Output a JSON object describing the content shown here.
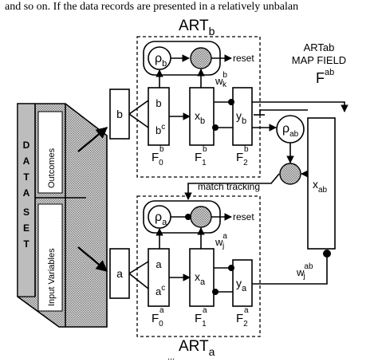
{
  "top_caption": "and so on. If the data records are presented in a relatively unbalan",
  "bottom_caption": "...",
  "art_b": {
    "label": "ART",
    "sub": "b"
  },
  "art_a": {
    "label": "ART",
    "sub": "a"
  },
  "map_field": {
    "line1": "ARTab",
    "line2": "MAP FIELD",
    "f": "F",
    "f_sup": "ab"
  },
  "data_set": {
    "letters": [
      "D",
      "A",
      "T",
      "A",
      "S",
      "E",
      "T"
    ],
    "outcomes": "Outcomes",
    "inputs": "Input Variables"
  },
  "inputs": {
    "b": "b",
    "a": "a"
  },
  "nodes": {
    "rho_b": "ρ",
    "rho_b_sub": "b",
    "rho_a": "ρ",
    "rho_a_sub": "a",
    "rho_ab": "ρ",
    "rho_ab_sub": "ab",
    "reset_top": "reset",
    "reset_bottom": "reset",
    "w_b": "w",
    "w_b_sup": "b",
    "w_b_sub": "k",
    "w_a": "w",
    "w_a_sup": "a",
    "w_a_sub": "j",
    "w_ab": "w",
    "w_ab_sup": "ab",
    "w_ab_sub": "j",
    "match_tracking": "match tracking",
    "x_ab": "x",
    "x_ab_sub": "ab"
  },
  "layers_b": {
    "f0_b": "b",
    "f0_bc": "b",
    "f0_bc_sup": "c",
    "xb": "x",
    "xb_sub": "b",
    "yb": "y",
    "yb_sub": "b",
    "F0": "F",
    "F0_sub": "0",
    "F0_sup": "b",
    "F1": "F",
    "F1_sub": "1",
    "F1_sup": "b",
    "F2": "F",
    "F2_sub": "2",
    "F2_sup": "b"
  },
  "layers_a": {
    "f0_a": "a",
    "f0_ac": "a",
    "f0_ac_sup": "c",
    "xa": "x",
    "xa_sub": "a",
    "ya": "y",
    "ya_sub": "a",
    "F0": "F",
    "F0_sub": "0",
    "F0_sup": "a",
    "F1": "F",
    "F1_sub": "1",
    "F1_sup": "a",
    "F2": "F",
    "F2_sub": "2",
    "F2_sup": "a"
  },
  "colors": {
    "stipple": "#9a9a9a",
    "ink": "#000000"
  }
}
